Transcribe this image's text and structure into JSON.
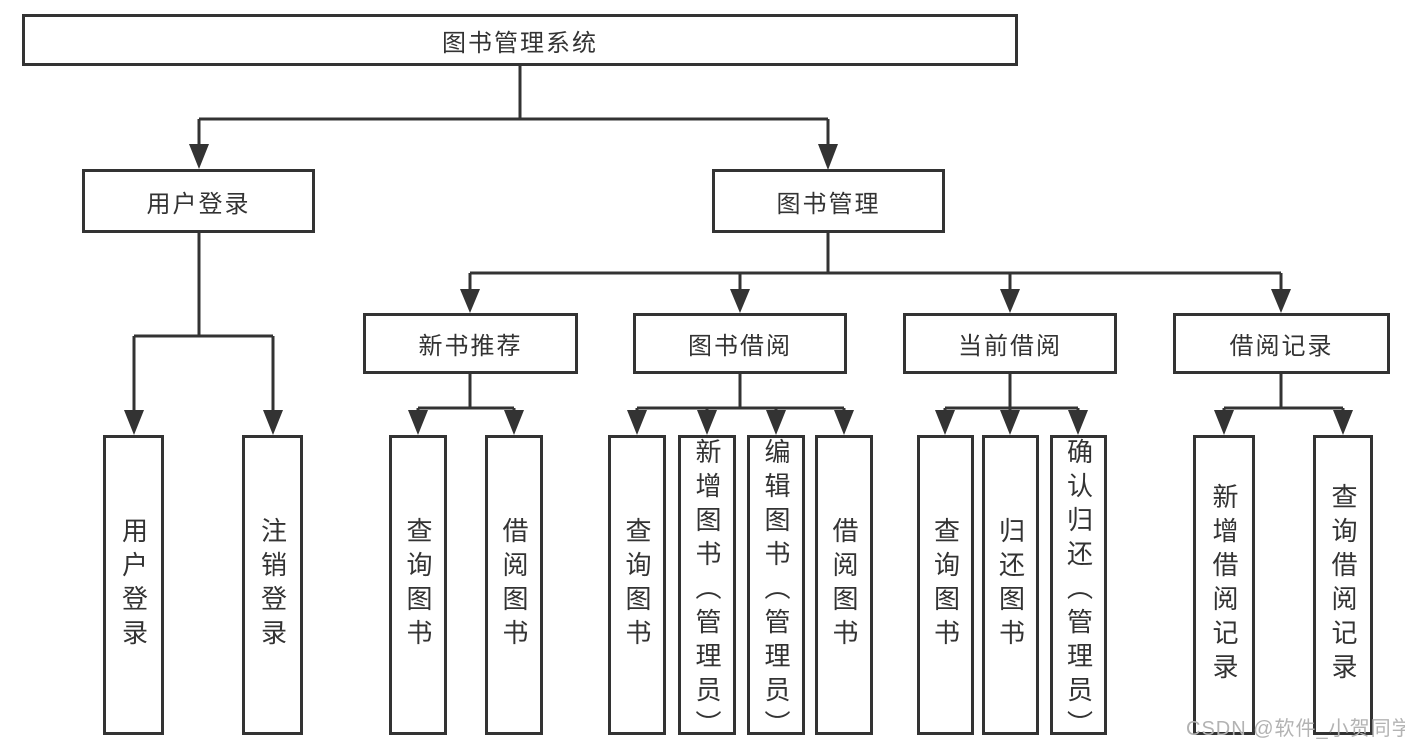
{
  "tree": {
    "root": {
      "label": "图书管理系统"
    },
    "branches": [
      {
        "label": "用户登录",
        "children": [
          {
            "label": "用户登录"
          },
          {
            "label": "注销登录"
          }
        ]
      },
      {
        "label": "图书管理",
        "children": [
          {
            "label": "新书推荐",
            "children": [
              {
                "label": "查询图书"
              },
              {
                "label": "借阅图书"
              }
            ]
          },
          {
            "label": "图书借阅",
            "children": [
              {
                "label": "查询图书"
              },
              {
                "label": "新增图书（管理员）"
              },
              {
                "label": "编辑图书（管理员）"
              },
              {
                "label": "借阅图书"
              }
            ]
          },
          {
            "label": "当前借阅",
            "children": [
              {
                "label": "查询图书"
              },
              {
                "label": "归还图书"
              },
              {
                "label": "确认归还（管理员）"
              }
            ]
          },
          {
            "label": "借阅记录",
            "children": [
              {
                "label": "新增借阅记录"
              },
              {
                "label": "查询借阅记录"
              }
            ]
          }
        ]
      }
    ]
  },
  "watermark": {
    "text": "CSDN @软件_小贺同学"
  },
  "colors": {
    "line": "#333333",
    "text": "#333333",
    "box_fill": "#ffffff",
    "watermark": "#b3b3b3"
  }
}
